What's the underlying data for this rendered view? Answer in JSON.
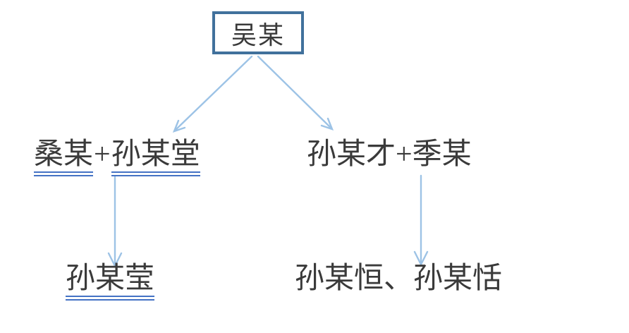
{
  "colors": {
    "box_border": "#41719C",
    "arrow": "#9DC3E6",
    "underline": "#4472C4",
    "text": "#3A3A3A"
  },
  "tree": {
    "root": {
      "label": "吴某"
    },
    "generation2": {
      "left": {
        "name1": "桑某",
        "plus": "+",
        "name2": "孙某堂"
      },
      "right": {
        "label": "孙某才+季某"
      }
    },
    "generation3": {
      "left": {
        "label": "孙某莹"
      },
      "right": {
        "label": "孙某恒、孙某恬"
      }
    }
  }
}
